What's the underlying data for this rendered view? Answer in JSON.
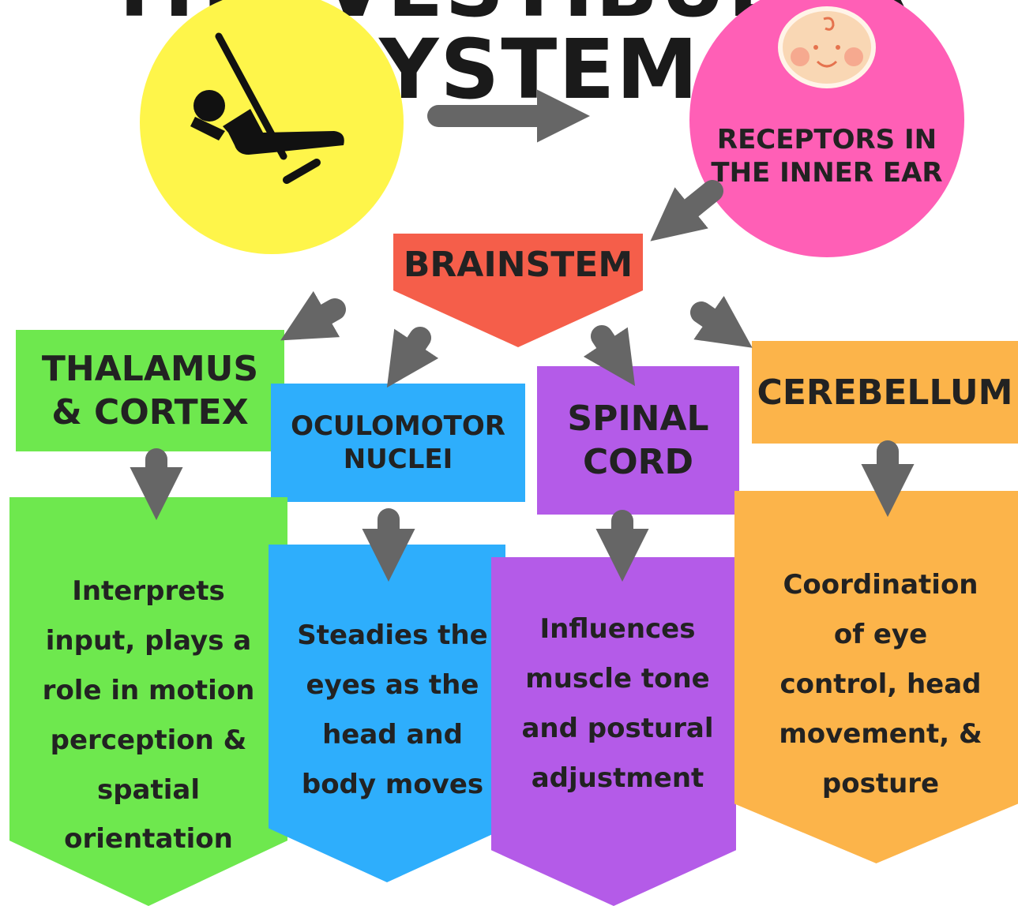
{
  "title": "THE VESTIBULAR SYSTEM",
  "colors": {
    "yellow": "#fef54a",
    "pink": "#ff5fb6",
    "red": "#f55e4a",
    "green": "#6ee84e",
    "blue": "#2eaefc",
    "purple": "#b45be8",
    "orange": "#fcb44a",
    "arrow": "#666666"
  },
  "icons": {
    "swing": "swing-icon",
    "baby": "baby-face-icon"
  },
  "receptors": {
    "line1": "RECEPTORS IN",
    "line2": "THE INNER EAR"
  },
  "brainstem": {
    "label": "BRAINSTEM"
  },
  "thalamus": {
    "title1": "THALAMUS",
    "title2": "& CORTEX",
    "desc": [
      "Interprets",
      "input, plays a",
      "role in motion",
      "perception &",
      "spatial",
      "orientation"
    ]
  },
  "oculomotor": {
    "title1": "OCULOMOTOR",
    "title2": "NUCLEI",
    "desc": [
      "Steadies the",
      "eyes as the",
      "head and",
      "body moves"
    ]
  },
  "spinal": {
    "title1": "SPINAL",
    "title2": "CORD",
    "desc": [
      "Influences",
      "muscle tone",
      "and postural",
      "adjustment"
    ]
  },
  "cerebellum": {
    "title1": "CEREBELLUM",
    "desc": [
      "Coordination",
      "of eye",
      "control, head",
      "movement, &",
      "posture"
    ]
  }
}
